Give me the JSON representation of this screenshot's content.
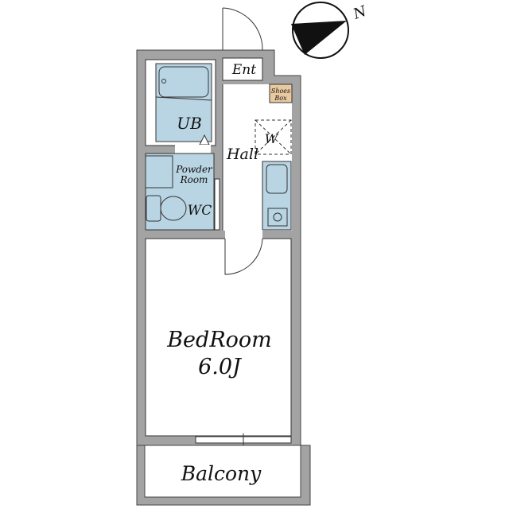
{
  "plan": {
    "rooms": {
      "ub": "UB",
      "entrance": "Ent",
      "shoes_box_line1": "Shoes",
      "shoes_box_line2": "Box",
      "washer": "W",
      "hall": "Hall",
      "powder_room_line1": "Powder",
      "powder_room_line2": "Room",
      "wc": "WC",
      "bedroom": "BedRoom",
      "bedroom_size": "6.0J",
      "balcony": "Balcony"
    },
    "compass": {
      "label": "N"
    },
    "colors": {
      "wall": "#a3a3a3",
      "fixture": "#b9d4e3",
      "shoes_box": "#e8c9a0",
      "line": "#222222"
    }
  }
}
